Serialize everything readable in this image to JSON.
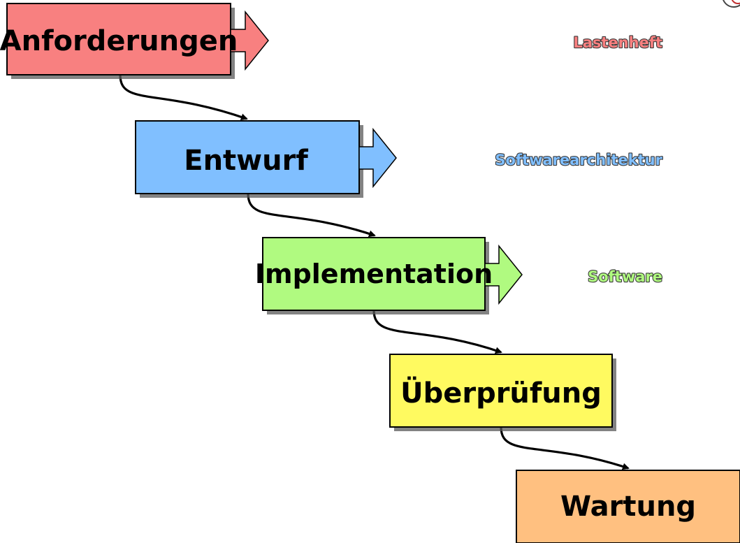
{
  "diagram": {
    "type": "waterfall",
    "stages": [
      {
        "label": "Anforderungen",
        "color": "#f88080",
        "output": "Lastenheft",
        "output_color": "#f88080"
      },
      {
        "label": "Entwurf",
        "color": "#80bfff",
        "output": "Softwarearchitektur",
        "output_color": "#80bfff"
      },
      {
        "label": "Implementation",
        "color": "#b0fa80",
        "output": "Software",
        "output_color": "#b0fa80"
      },
      {
        "label": "Überprüfung",
        "color": "#fffa60",
        "output": "",
        "output_color": ""
      },
      {
        "label": "Wartung",
        "color": "#ffc080",
        "output": "",
        "output_color": ""
      }
    ]
  }
}
